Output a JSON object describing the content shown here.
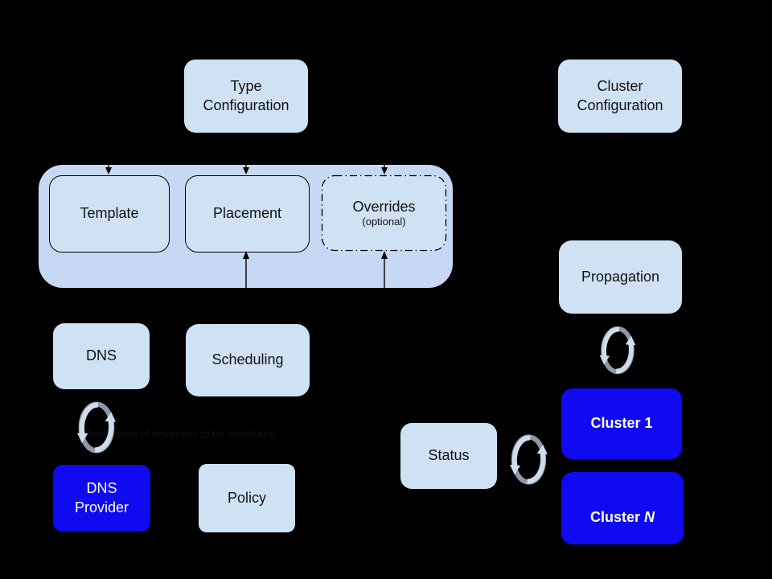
{
  "diagram": {
    "nodes": {
      "type_configuration": "Type\nConfiguration",
      "cluster_configuration": "Cluster\nConfiguration",
      "template": "Template",
      "placement": "Placement",
      "overrides_title": "Overrides",
      "overrides_subtitle": "(optional)",
      "group_caption": "Declaration of resources to be distributed",
      "dns": "DNS",
      "scheduling": "Scheduling",
      "dns_provider": "DNS\nProvider",
      "policy": "Policy",
      "propagation": "Propagation",
      "status": "Status",
      "cluster_1": "Cluster 1",
      "cluster_n_prefix": "Cluster ",
      "cluster_n_suffix": "N"
    },
    "icons": {
      "sync": "circular-sync-arrows-icon"
    },
    "colors": {
      "background": "#000000",
      "group_fill": "#c7d8f5",
      "node_fill": "#cfe2f3",
      "highlight_fill": "#0f0af0",
      "node_text": "#111111",
      "highlight_text": "#ffffff",
      "connector": "#000000",
      "sync_arrow": "#cfdceb",
      "sync_arrow_shadow": "#8d98a6"
    }
  }
}
